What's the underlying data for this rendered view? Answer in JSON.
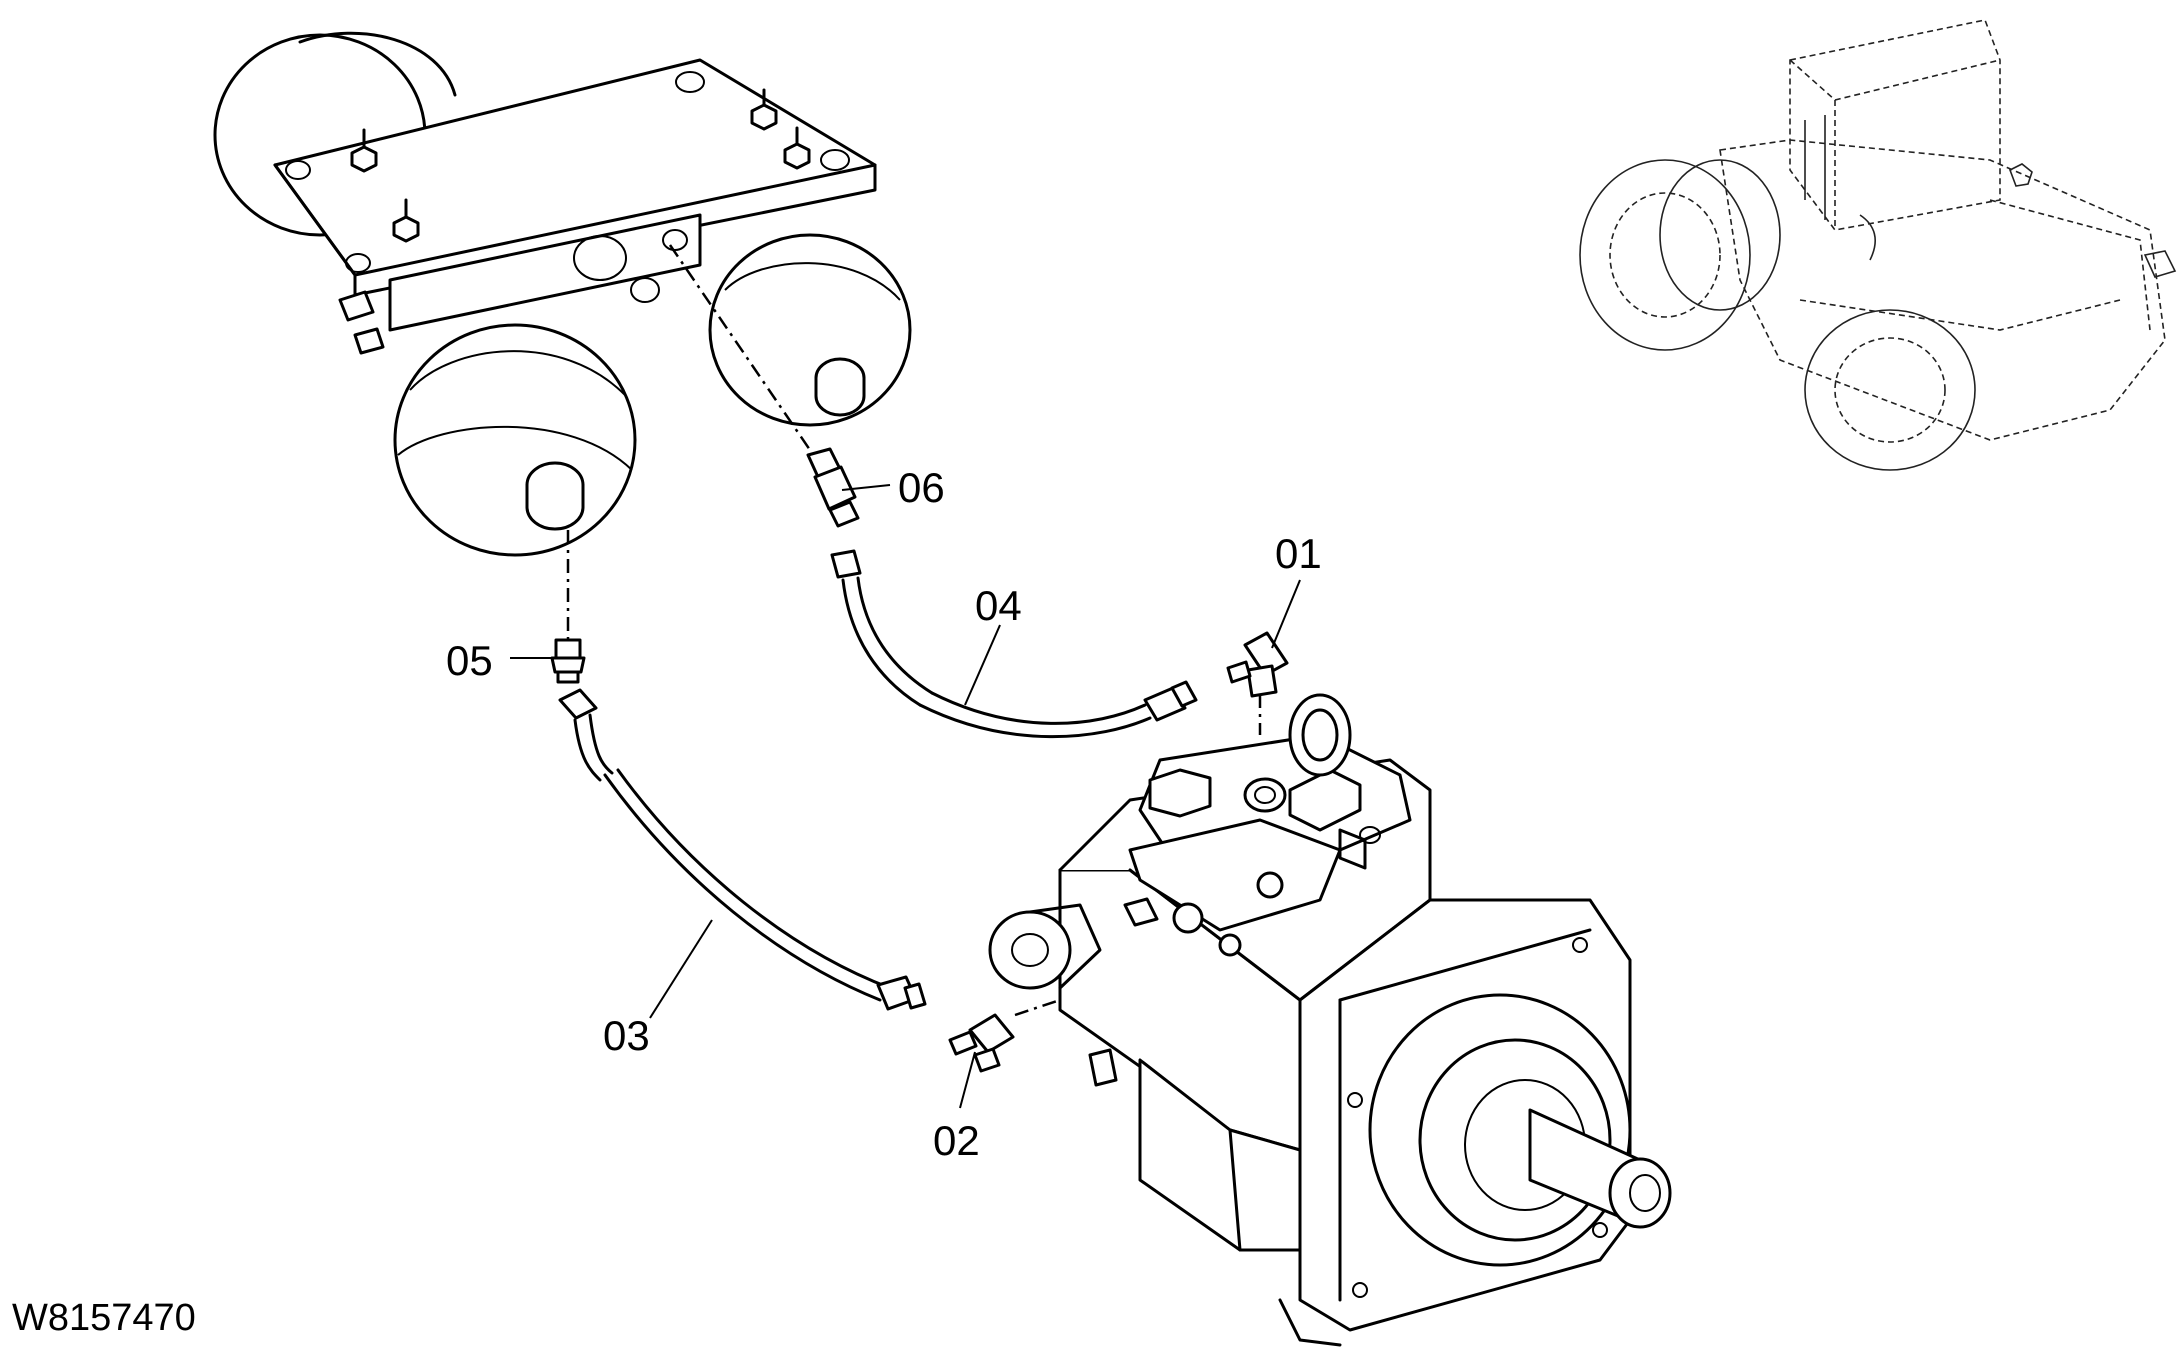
{
  "figure_id": "W8157470",
  "callouts": [
    "01",
    "02",
    "03",
    "04",
    "05",
    "06"
  ]
}
